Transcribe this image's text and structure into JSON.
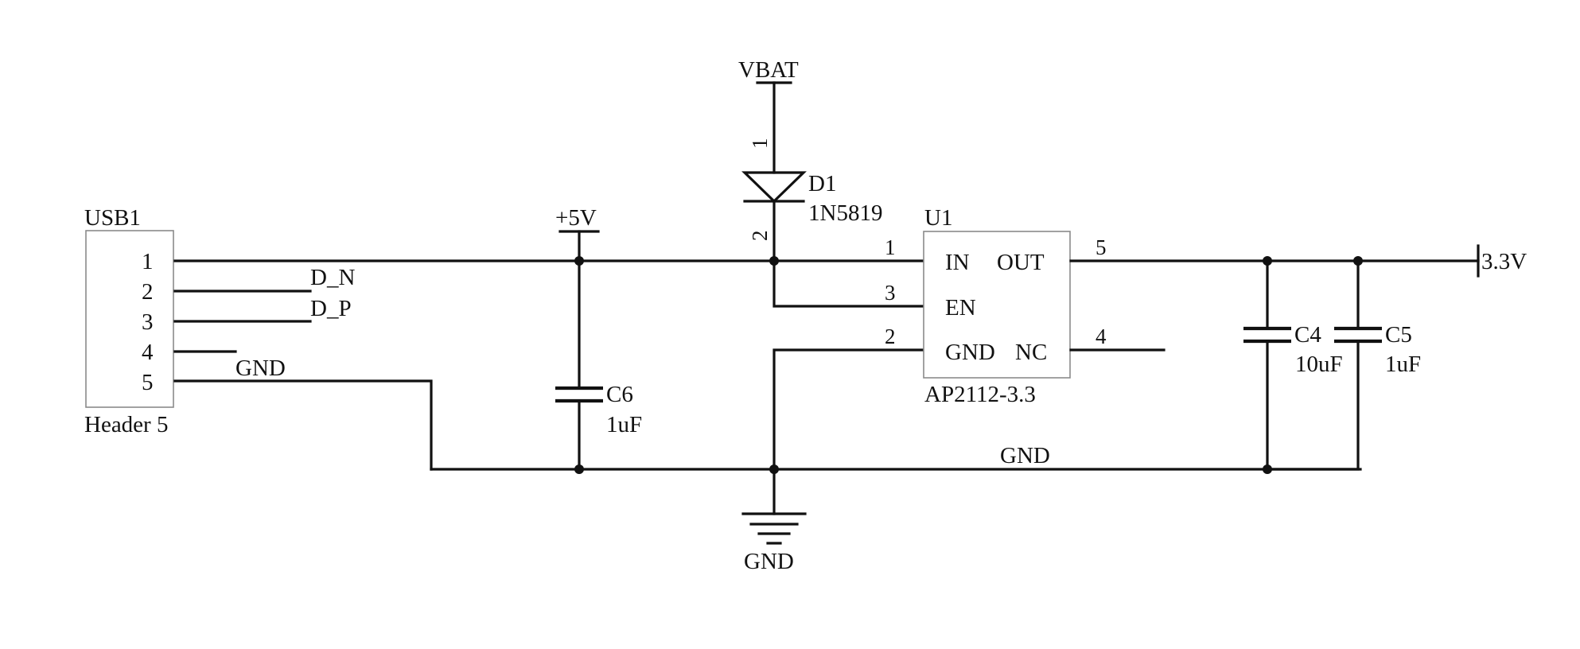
{
  "colors": {
    "wire": "#111111",
    "body_outline": "#8a8a8a",
    "background": "#ffffff"
  },
  "usb": {
    "ref": "USB1",
    "type": "Header 5",
    "pins": [
      "1",
      "2",
      "3",
      "4",
      "5"
    ],
    "net_labels": {
      "d_n": "D_N",
      "d_p": "D_P",
      "gnd": "GND"
    }
  },
  "power": {
    "vbat": "VBAT",
    "plus5v": "+5V",
    "out": "3.3V",
    "gnd_symbol": "GND",
    "gnd_net": "GND"
  },
  "diode": {
    "ref": "D1",
    "value": "1N5819",
    "pin_a": "1",
    "pin_k": "2"
  },
  "regulator": {
    "ref": "U1",
    "part": "AP2112-3.3",
    "pins": {
      "in": "IN",
      "out": "OUT",
      "en": "EN",
      "gnd": "GND",
      "nc": "NC"
    },
    "pin_numbers": {
      "in": "1",
      "en": "3",
      "gnd": "2",
      "out": "5",
      "nc": "4"
    }
  },
  "capacitors": [
    {
      "ref": "C6",
      "value": "1uF"
    },
    {
      "ref": "C4",
      "value": "10uF"
    },
    {
      "ref": "C5",
      "value": "1uF"
    }
  ]
}
